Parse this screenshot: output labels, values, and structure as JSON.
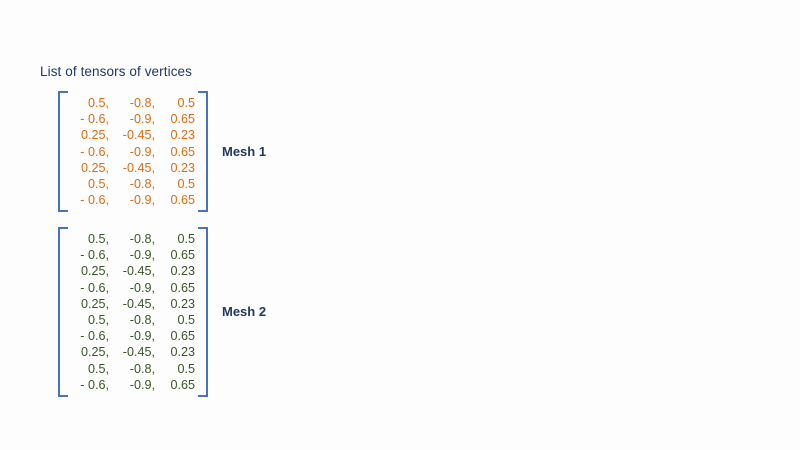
{
  "slide": {
    "title": "List of tensors of vertices",
    "background_color": "#fdfdfe",
    "title_color": "#1f3864",
    "bracket_color": "#4472c4"
  },
  "tensors": [
    {
      "id": "mesh1",
      "label": "Mesh 1",
      "text_color": "#e3690b",
      "columns": 3,
      "row_count": 7,
      "rows": [
        [
          "0.5,",
          "-0.8,",
          "0.5"
        ],
        [
          "- 0.6,",
          "-0.9,",
          "0.65"
        ],
        [
          "0.25,",
          "-0.45,",
          "0.23"
        ],
        [
          "- 0.6,",
          "-0.9,",
          "0.65"
        ],
        [
          "0.25,",
          "-0.45,",
          "0.23"
        ],
        [
          "0.5,",
          "-0.8,",
          "0.5"
        ],
        [
          "- 0.6,",
          "-0.9,",
          "0.65"
        ]
      ]
    },
    {
      "id": "mesh2",
      "label": "Mesh 2",
      "text_color": "#375623",
      "columns": 3,
      "row_count": 10,
      "rows": [
        [
          "0.5,",
          "-0.8,",
          "0.5"
        ],
        [
          "- 0.6,",
          "-0.9,",
          "0.65"
        ],
        [
          "0.25,",
          "-0.45,",
          "0.23"
        ],
        [
          "- 0.6,",
          "-0.9,",
          "0.65"
        ],
        [
          "0.25,",
          "-0.45,",
          "0.23"
        ],
        [
          "0.5,",
          "-0.8,",
          "0.5"
        ],
        [
          "- 0.6,",
          "-0.9,",
          "0.65"
        ],
        [
          "0.25,",
          "-0.45,",
          "0.23"
        ],
        [
          "0.5,",
          "-0.8,",
          "0.5"
        ],
        [
          "- 0.6,",
          "-0.9,",
          "0.65"
        ]
      ]
    }
  ]
}
